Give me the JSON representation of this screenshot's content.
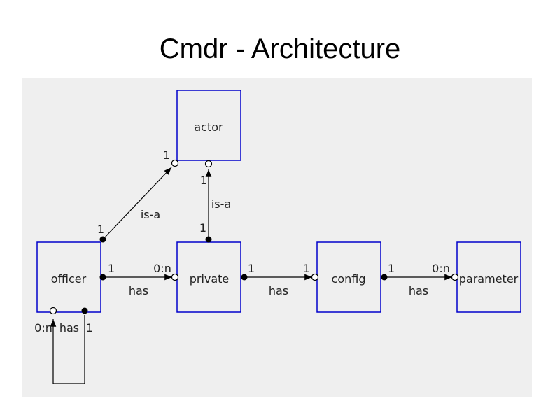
{
  "title": "Cmdr - Architecture",
  "colors": {
    "background": "#efefef",
    "box_border": "#0000cc",
    "line": "#000000"
  },
  "entities": {
    "actor": "actor",
    "officer": "officer",
    "private": "private",
    "config": "config",
    "parameter": "parameter"
  },
  "relations": {
    "officer_actor": {
      "label": "is-a",
      "end_officer": "1",
      "end_actor": "1"
    },
    "private_actor": {
      "label": "is-a",
      "end_private": "1",
      "end_actor": "1"
    },
    "officer_private": {
      "label": "has",
      "end_officer": "1",
      "end_private": "0:n"
    },
    "private_config": {
      "label": "has",
      "end_private": "1",
      "end_config": "1"
    },
    "config_parameter": {
      "label": "has",
      "end_config": "1",
      "end_parameter": "0:n"
    },
    "officer_self": {
      "label": "has",
      "end_left": "0:n",
      "end_right": "1"
    }
  }
}
